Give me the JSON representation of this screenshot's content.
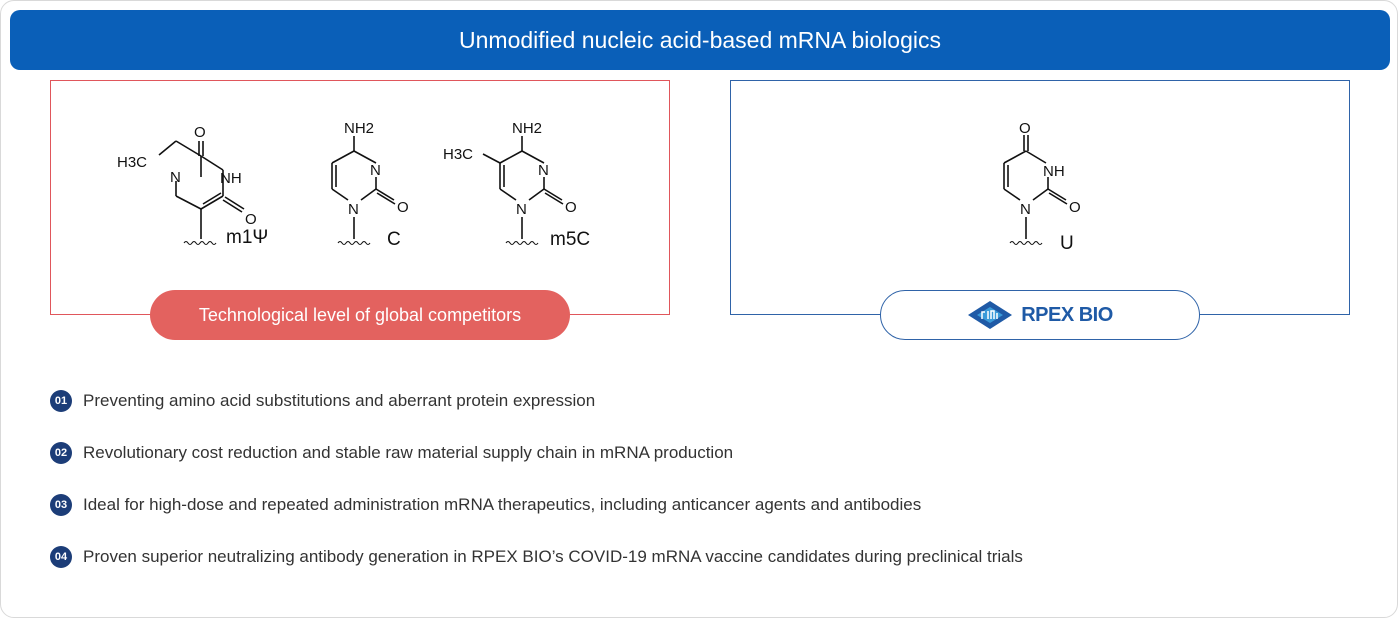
{
  "header": {
    "title": "Unmodified nucleic acid-based mRNA biologics"
  },
  "left_panel": {
    "pill_label": "Technological level of global competitors",
    "molecules": [
      {
        "name": "m1Ψ",
        "labels": [
          "H3C",
          "O",
          "NH",
          "N",
          "O"
        ]
      },
      {
        "name": "C",
        "labels": [
          "NH2",
          "N",
          "N",
          "O"
        ]
      },
      {
        "name": "m5C",
        "labels": [
          "H3C",
          "NH2",
          "N",
          "N",
          "O"
        ]
      }
    ]
  },
  "right_panel": {
    "molecules": [
      {
        "name": "U",
        "labels": [
          "O",
          "NH",
          "N",
          "O"
        ]
      }
    ],
    "logo_text": "RPEX BIO"
  },
  "features": [
    {
      "num": "01",
      "text": "Preventing amino acid substitutions and aberrant protein expression"
    },
    {
      "num": "02",
      "text": "Revolutionary cost reduction and stable raw material supply chain in mRNA production"
    },
    {
      "num": "03",
      "text": "Ideal for high-dose and repeated administration mRNA therapeutics, including anticancer agents and antibodies"
    },
    {
      "num": "04",
      "text": "Proven superior neutralizing antibody generation in RPEX BIO’s COVID-19 mRNA vaccine candidates during preclinical trials"
    }
  ],
  "colors": {
    "header": "#0a5fb8",
    "competitor": "#e3625f",
    "brand": "#1f5aa6",
    "bullet": "#1c3d78"
  }
}
